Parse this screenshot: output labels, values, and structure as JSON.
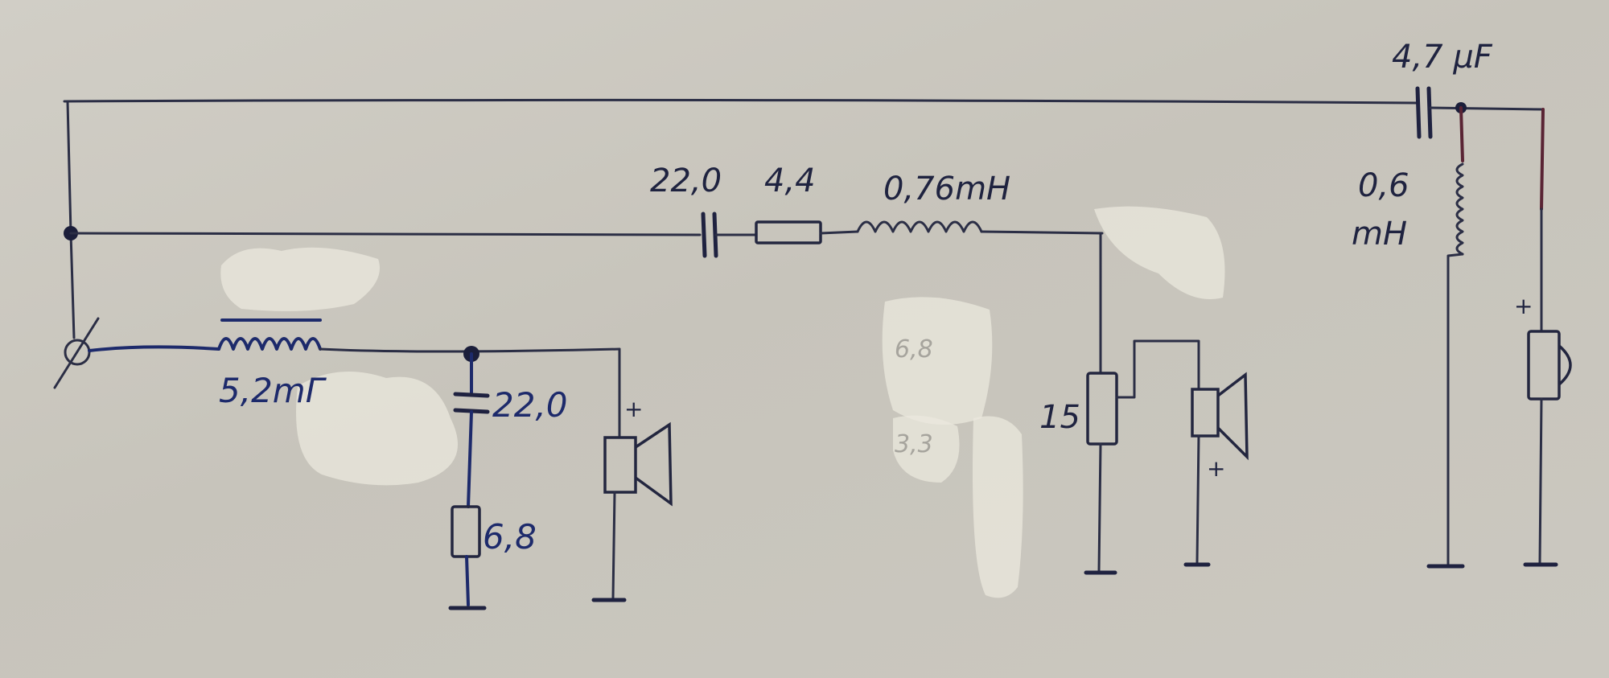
{
  "schematic": {
    "woofer_branch": {
      "inductor_label": "5,2mГ",
      "shunt_cap_label": "22,0",
      "shunt_res_label": "6,8",
      "polarity": "+"
    },
    "mid_branch": {
      "series_cap_label": "22,0",
      "series_res_label": "4,4",
      "series_ind_label": "0,76mH",
      "shunt_res_label": "15",
      "polarity": "+",
      "faded_label_top": "6,8",
      "faded_label_bottom": "3,3"
    },
    "tweeter_branch": {
      "series_cap_label": "4,7 μF",
      "shunt_ind_label_1": "0,6",
      "shunt_ind_label_2": "mH",
      "polarity": "+"
    }
  },
  "colors": {
    "paper": "#cbc8c0",
    "ink_black": "#2b2e45",
    "ink_blue": "#1d2a6b",
    "ink_red": "#5a2434",
    "correction_fluid": "#ebe8de"
  }
}
